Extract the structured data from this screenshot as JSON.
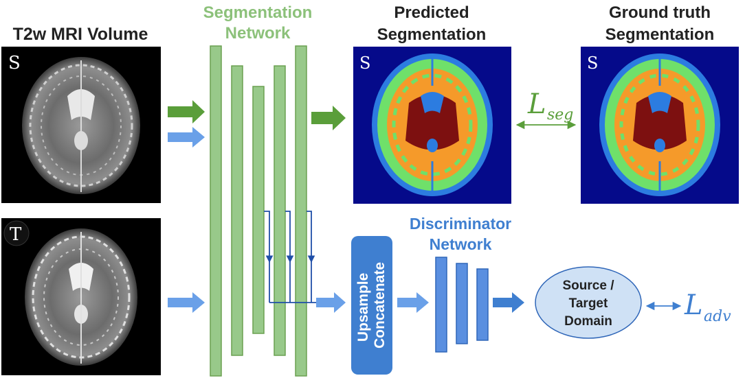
{
  "mri": {
    "title": "T2w MRI Volume",
    "source_tag": "S",
    "target_tag": "T"
  },
  "segnet": {
    "title_line1": "Segmentation",
    "title_line2": "Network",
    "color": "#8cc17a"
  },
  "predicted": {
    "title_line1": "Predicted",
    "title_line2": "Segmentation",
    "tag": "S"
  },
  "ground_truth": {
    "title_line1": "Ground truth",
    "title_line2": "Segmentation",
    "tag": "S"
  },
  "loss_seg": {
    "symbol": "L",
    "subscript": "seg",
    "color": "#5a9e3a"
  },
  "loss_adv": {
    "symbol": "L",
    "subscript": "adv",
    "color": "#3f7fd0"
  },
  "discriminator": {
    "title_line1": "Discriminator",
    "title_line2": "Network",
    "color": "#3f7fd0"
  },
  "upsample": {
    "line1": "Upsample",
    "line2": "Concatenate"
  },
  "domain_node": {
    "line1": "Source /",
    "line2": "Target",
    "line3": "Domain"
  },
  "colors": {
    "green_arrow": "#5a9e3a",
    "blue_arrow": "#6aa0e8",
    "seg_background": "#050a8a",
    "seg_csf": "#2c7ce0",
    "seg_gray_matter": "#6fe06a",
    "seg_white_matter": "#f59a2a",
    "seg_deep_gray": "#7d1010"
  }
}
